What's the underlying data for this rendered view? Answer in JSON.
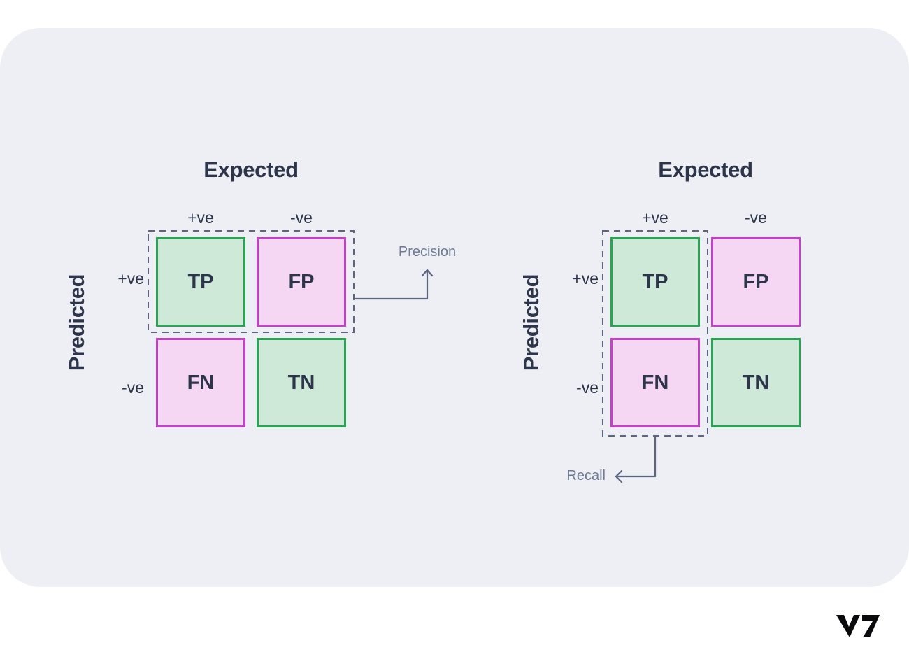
{
  "colors": {
    "page_background": "#ffffff",
    "panel_background": "#eeeff4",
    "dark_text": "#2d354b",
    "metric_text": "#6e7a97",
    "arrow_and_dash": "#5b657f",
    "green_border": "#29a452",
    "green_fill": "#cfe9d8",
    "pink_border": "#c341c7",
    "pink_fill": "#f6d7f3",
    "logo": "#0a0a0c"
  },
  "diagrams": [
    {
      "top_axis": "Expected",
      "left_axis": "Predicted",
      "col_labels": [
        "+ve",
        "-ve"
      ],
      "row_labels": [
        "+ve",
        "-ve"
      ],
      "cells": [
        {
          "label": "TP",
          "kind": "green"
        },
        {
          "label": "FP",
          "kind": "pink"
        },
        {
          "label": "FN",
          "kind": "pink"
        },
        {
          "label": "TN",
          "kind": "green"
        }
      ],
      "metric": "Precision",
      "highlighted_cells": [
        "TP",
        "FP"
      ]
    },
    {
      "top_axis": "Expected",
      "left_axis": "Predicted",
      "col_labels": [
        "+ve",
        "-ve"
      ],
      "row_labels": [
        "+ve",
        "-ve"
      ],
      "cells": [
        {
          "label": "TP",
          "kind": "green"
        },
        {
          "label": "FP",
          "kind": "pink"
        },
        {
          "label": "FN",
          "kind": "pink"
        },
        {
          "label": "TN",
          "kind": "green"
        }
      ],
      "metric": "Recall",
      "highlighted_cells": [
        "TP",
        "FN"
      ]
    }
  ],
  "logo": {
    "label": "V7"
  }
}
